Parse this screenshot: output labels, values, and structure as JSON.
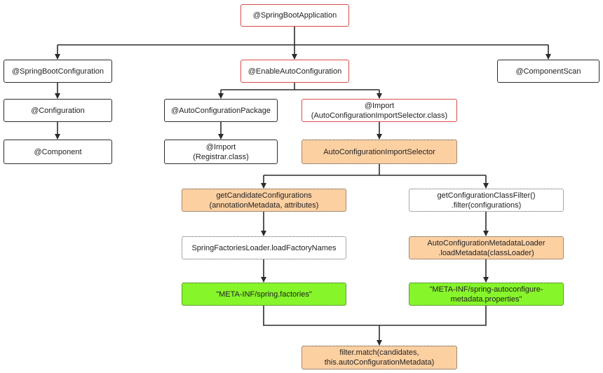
{
  "nodes": {
    "spring_boot_application": "@SpringBootApplication",
    "spring_boot_configuration": "@SpringBootConfiguration",
    "enable_auto_configuration": "@EnableAutoConfiguration",
    "component_scan": "@ComponentScan",
    "configuration": "@Configuration",
    "component": "@Component",
    "auto_configuration_package": "@AutoConfigurationPackage",
    "import_selector": "@Import\n(AutoConfigurationImportSelector.class)",
    "import_registrar": "@Import\n(Registrar.class)",
    "auto_configuration_import_selector": "AutoConfigurationImportSelector",
    "get_candidate_configurations": "getCandidateConfigurations\n(annotationMetadata, attributes)",
    "get_configuration_class_filter": "getConfigurationClassFilter()\n.filter(configurations)",
    "spring_factories_loader": "SpringFactoriesLoader.loadFactoryNames",
    "metadata_loader": "AutoConfigurationMetadataLoader\n.loadMetadata(classLoader)",
    "spring_factories_file": "\"META-INF/spring.factories\"",
    "autoconfigure_metadata_file": "\"META-INF/spring-autoconfigure-\nmetadata.properties\"",
    "filter_match": "filter.match(candidates,\nthis.autoConfigurationMetadata)"
  },
  "colors": {
    "highlight_border": "#d94a4a",
    "method_fill": "#fdd0a2",
    "resource_fill": "#86f52a",
    "connector": "#2b2b2b"
  }
}
